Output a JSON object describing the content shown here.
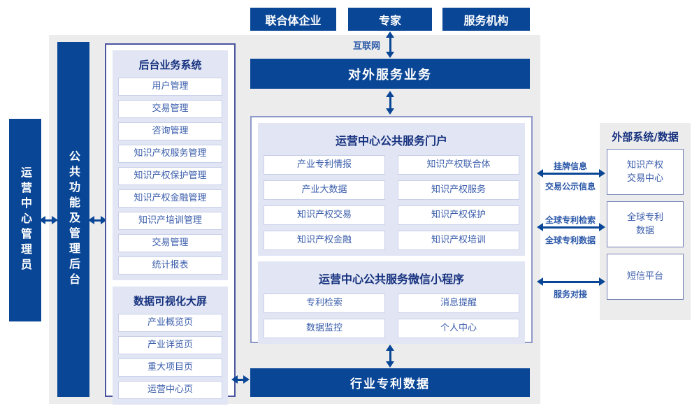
{
  "colors": {
    "primary_blue": "#0a4696",
    "panel_gray": "#ececec",
    "lavender": "#e2e6f4",
    "navy_text": "#16317f",
    "item_text": "#3a5dab"
  },
  "top_actors": [
    "联合体企业",
    "专家",
    "服务机构"
  ],
  "labels": {
    "internet": "互联网"
  },
  "bars": {
    "external_service": "对外服务业务",
    "industry_data": "行业专利数据"
  },
  "sidebars": {
    "admin": "运营中心管理员",
    "backend": "公共功能及管理后台"
  },
  "left_panel": {
    "system": {
      "title": "后台业务系统",
      "items": [
        "用户管理",
        "交易管理",
        "咨询管理",
        "知识产权服务管理",
        "知识产权保护管理",
        "知识产权金融管理",
        "知识产培训管理",
        "交易管理",
        "统计报表"
      ]
    },
    "dashboard": {
      "title": "数据可视化大屏",
      "items": [
        "产业概览页",
        "产业详览页",
        "重大项目页",
        "运营中心页"
      ]
    }
  },
  "center_panel": {
    "portal": {
      "title": "运营中心公共服务门户",
      "items": [
        "产业专利情报",
        "知识产权联合体",
        "产业大数据",
        "知识产权服务",
        "知识产权交易",
        "知识产权保护",
        "知识产权金融",
        "知识产权培训"
      ]
    },
    "miniprogram": {
      "title": "运营中心公共服务微信小程序",
      "items": [
        "专利检索",
        "消息提醒",
        "数据监控",
        "个人中心"
      ]
    }
  },
  "external_panel": {
    "title": "外部系统/数据",
    "systems": [
      "知识产权\n交易中心",
      "全球专利\n数据",
      "短信平台"
    ]
  },
  "right_links": [
    {
      "top": "挂牌信息",
      "bottom": "交易公示信息"
    },
    {
      "top": "全球专利检索",
      "bottom": "全球专利数据"
    },
    {
      "top": "",
      "bottom": "服务对接"
    }
  ]
}
